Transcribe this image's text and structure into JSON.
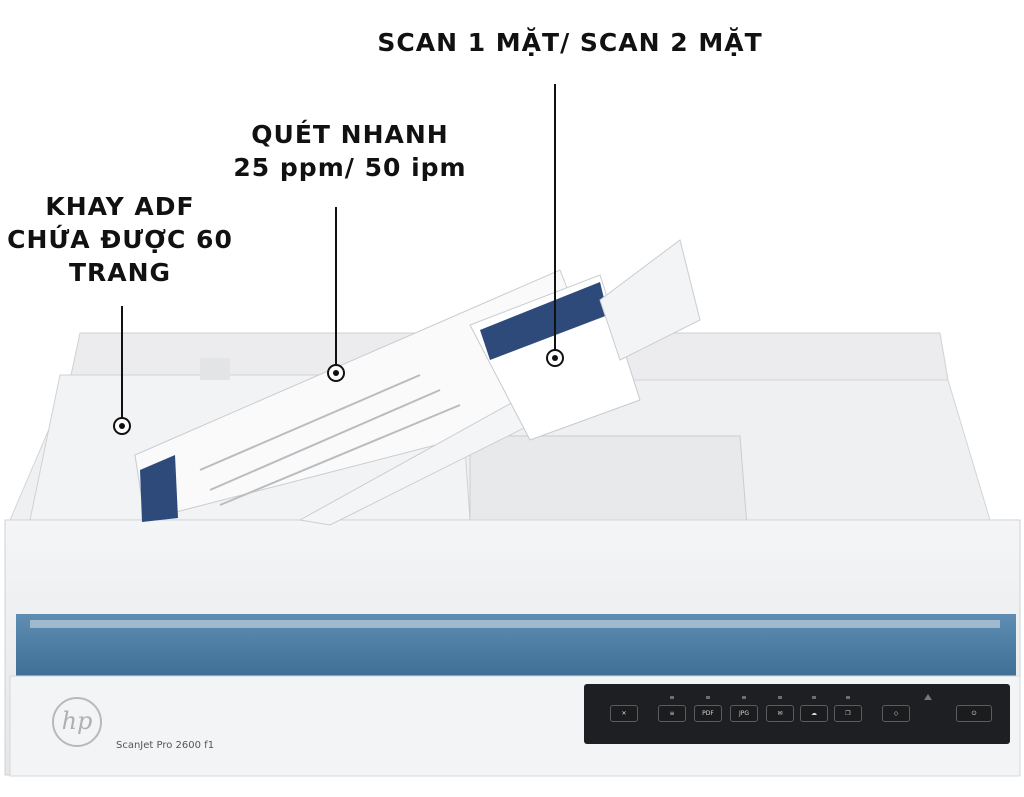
{
  "callouts": {
    "duplex": {
      "lines": [
        "SCAN 1 MẶT/ SCAN 2 MẶT"
      ]
    },
    "speed": {
      "lines": [
        "QUÉT NHANH",
        "25 ppm/ 50 ipm"
      ]
    },
    "adf": {
      "lines": [
        "KHAY ADF",
        "CHỨA ĐƯỢC 60",
        "TRANG"
      ]
    }
  },
  "device": {
    "model_label": "ScanJet Pro 2600 f1",
    "logo_text": "hp",
    "accent_color": "#4f7fa6",
    "panel_color": "#1e1f22",
    "panel_buttons": [
      {
        "name": "cancel",
        "label": "✕",
        "icon": "cancel-icon"
      },
      {
        "name": "menu",
        "label": "≡",
        "icon": "menu-icon"
      },
      {
        "name": "pdf",
        "label": "PDF",
        "icon": "pdf-icon"
      },
      {
        "name": "jpg",
        "label": "JPG",
        "icon": "jpg-icon"
      },
      {
        "name": "email",
        "label": "✉",
        "icon": "email-icon"
      },
      {
        "name": "cloud",
        "label": "☁",
        "icon": "cloud-icon"
      },
      {
        "name": "copy",
        "label": "❐",
        "icon": "copy-icon"
      },
      {
        "name": "scan",
        "label": "◇",
        "icon": "scan-icon"
      },
      {
        "name": "power",
        "label": "⏻",
        "icon": "power-icon"
      }
    ]
  }
}
